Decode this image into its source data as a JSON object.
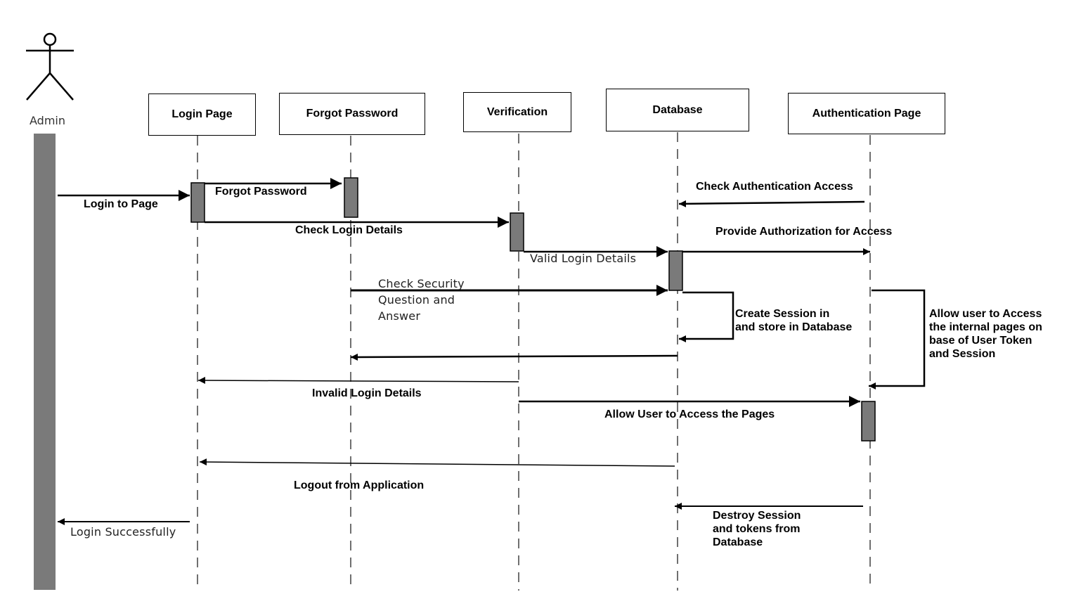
{
  "actor": {
    "name": "Admin"
  },
  "participants": [
    {
      "id": "login",
      "label": "Login Page"
    },
    {
      "id": "forgot",
      "label": "Forgot Password"
    },
    {
      "id": "verification",
      "label": "Verification"
    },
    {
      "id": "database",
      "label": "Database"
    },
    {
      "id": "auth",
      "label": "Authentication Page"
    }
  ],
  "messages": {
    "login_to_page": "Login to Page",
    "forgot_password": "Forgot Password",
    "check_login_details": "Check Login Details",
    "valid_login_details": "Valid Login Details",
    "check_security": "Check Security\nQuestion and\nAnswer",
    "check_auth_access": "Check Authentication Access",
    "provide_authorization": "Provide Authorization for Access",
    "create_session": "Create Session in\nand store in Database",
    "allow_internal": "Allow user to Access\nthe internal pages on\nbase of User Token\nand Session",
    "invalid_login": "Invalid Login Details",
    "allow_pages": "Allow User to Access the Pages",
    "logout": "Logout from Application",
    "destroy_session": "Destroy Session\nand tokens from\nDatabase",
    "login_success": "Login Successfully"
  },
  "colors": {
    "activation": "#7a7a7a",
    "line": "#000000"
  }
}
